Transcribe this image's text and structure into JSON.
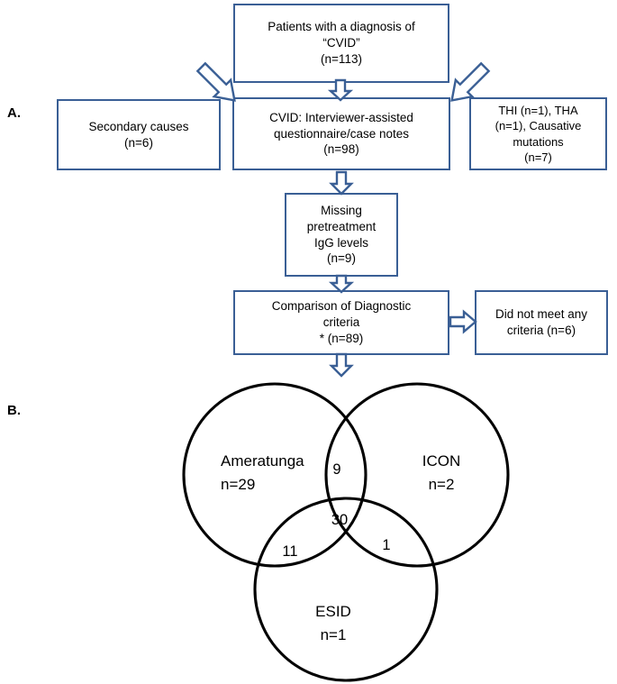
{
  "figure": {
    "panel_a_label": "A.",
    "panel_b_label": "B."
  },
  "flowchart": {
    "boxes": [
      {
        "id": "top",
        "text": "Patients with a diagnosis of\n“CVID”\n(n=113)",
        "n": 113
      },
      {
        "id": "secondary_causes",
        "text": "Secondary causes\n(n=6)",
        "n": 6
      },
      {
        "id": "cvid_questionnaire",
        "text": "CVID: Interviewer-assisted\nquestionnaire/case notes\n(n=98)",
        "n": 98
      },
      {
        "id": "thi_tha_mutations",
        "text": "THI (n=1), THA\n(n=1), Causative\nmutations\n(n=7)",
        "n": 7
      },
      {
        "id": "missing_igg",
        "text": "Missing\npretreatment\nIgG levels\n(n=9)",
        "n": 9
      },
      {
        "id": "comparison_criteria",
        "text": "Comparison of Diagnostic\ncriteria\n* (n=89)",
        "n": 89
      },
      {
        "id": "did_not_meet",
        "text": "Did not meet any\ncriteria (n=6)",
        "n": 6
      }
    ],
    "arrows": [
      {
        "id": "top-to-secondary",
        "direction": "down-left"
      },
      {
        "id": "top-to-cvid",
        "direction": "down"
      },
      {
        "id": "top-to-thi",
        "direction": "down-right"
      },
      {
        "id": "cvid-to-missing",
        "direction": "down"
      },
      {
        "id": "missing-to-comparison",
        "direction": "down"
      },
      {
        "id": "comparison-to-venn",
        "direction": "down"
      },
      {
        "id": "comparison-to-didnotmeet",
        "direction": "right"
      }
    ],
    "colors": {
      "box_border": "#3A5F95",
      "arrow_stroke": "#3A5F95",
      "box_fill": "#FFFFFF",
      "text": "#000000"
    }
  },
  "chart_data": {
    "type": "venn",
    "title": "",
    "sets": [
      {
        "name": "Ameratunga",
        "label": "Ameratunga",
        "count_label": "n=29",
        "exclusive": 29
      },
      {
        "name": "ICON",
        "label": "ICON",
        "count_label": "n=2",
        "exclusive": 2
      },
      {
        "name": "ESID",
        "label": "ESID",
        "count_label": "n=1",
        "exclusive": 1
      }
    ],
    "intersections": [
      {
        "sets": [
          "Ameratunga",
          "ICON"
        ],
        "value": 9
      },
      {
        "sets": [
          "Ameratunga",
          "ICON",
          "ESID"
        ],
        "value": 30
      },
      {
        "sets": [
          "Ameratunga",
          "ESID"
        ],
        "value": 11
      },
      {
        "sets": [
          "ICON",
          "ESID"
        ],
        "value": 1
      }
    ],
    "total": 89,
    "stroke_color": "#000000",
    "fill_color": "none"
  },
  "venn_labels": {
    "ameratunga_name": "Ameratunga",
    "ameratunga_n": "n=29",
    "icon_name": "ICON",
    "icon_n": "n=2",
    "esid_name": "ESID",
    "esid_n": "n=1",
    "amer_icon": "9",
    "all_three": "30",
    "amer_esid": "11",
    "icon_esid": "1"
  }
}
